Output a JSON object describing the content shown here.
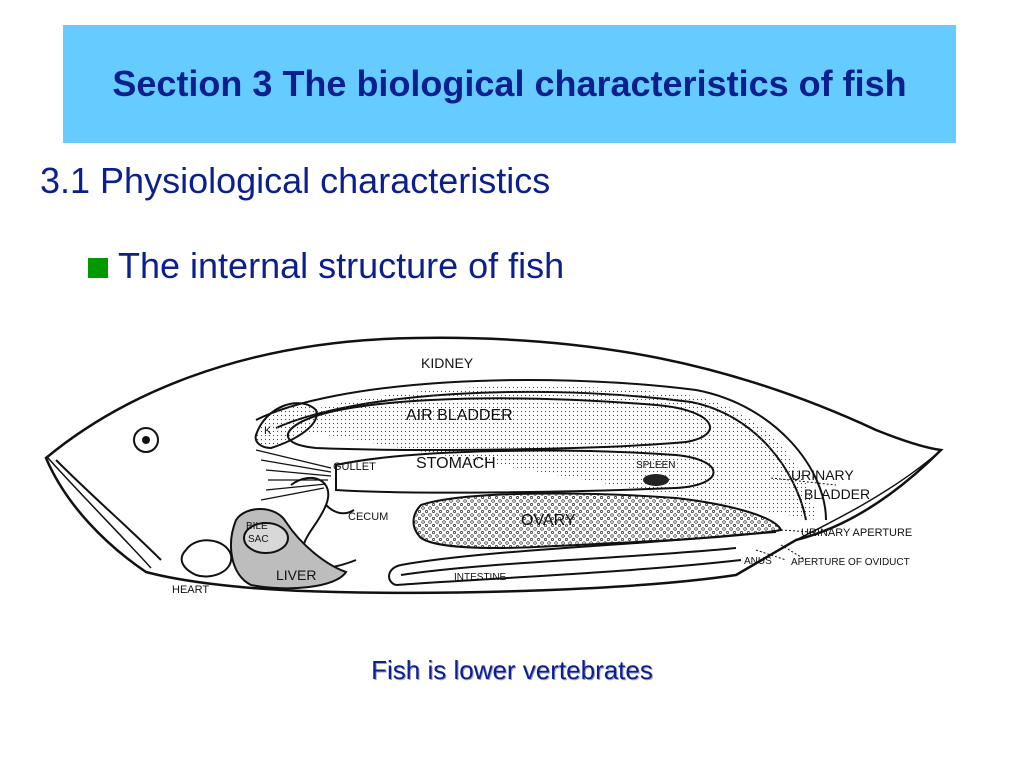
{
  "slide": {
    "title": "Section 3 The biological characteristics of fish",
    "subtitle": "3.1 Physiological characteristics",
    "bullet": "The internal structure of fish",
    "caption": "Fish is lower vertebrates"
  },
  "diagram": {
    "labels": {
      "kidney": "KIDNEY",
      "k": "K",
      "air_bladder": "AIR BLADDER",
      "gullet": "GULLET",
      "stomach": "STOMACH",
      "spleen": "SPLEEN",
      "urinary_bladder_1": "URINARY",
      "urinary_bladder_2": "BLADDER",
      "cecum": "CECUM",
      "ovary": "OVARY",
      "urinary_aperture": "URINARY APERTURE",
      "bile_1": "BILE",
      "bile_2": "SAC",
      "liver": "LIVER",
      "intestine": "INTESTINE",
      "anus": "ANUS",
      "aperture_of_oviduct": "APERTURE OF OVIDUCT",
      "heart": "HEART"
    }
  },
  "colors": {
    "title_bg": "#66ccff",
    "text": "#0b1f8f",
    "bullet": "#009900"
  }
}
